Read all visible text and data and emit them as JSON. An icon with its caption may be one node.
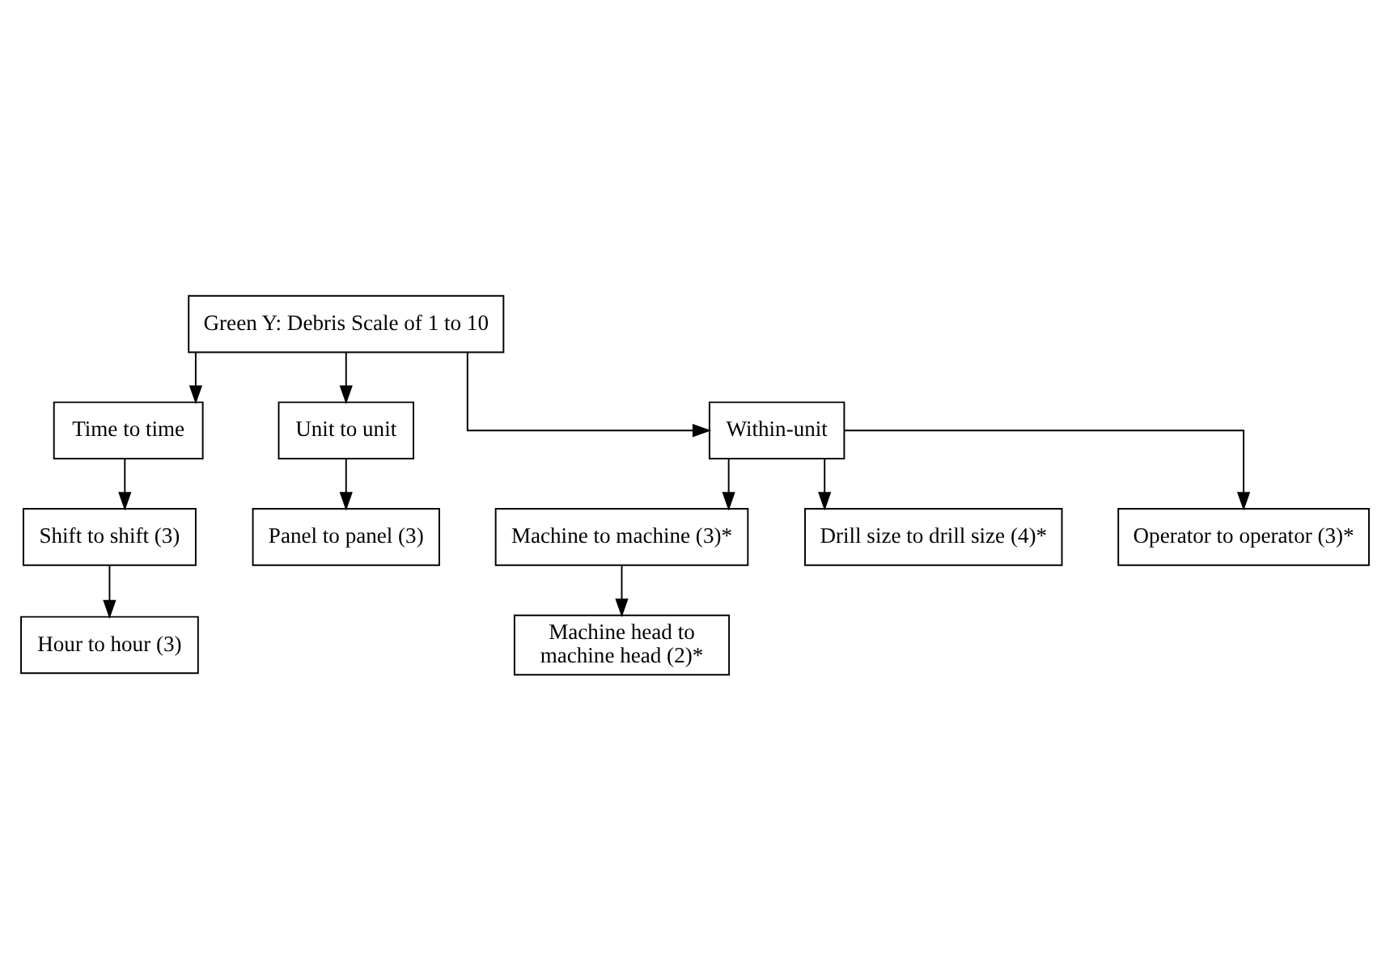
{
  "diagram": {
    "nodes": [
      {
        "text": [
          "Green Y: Debris Scale of 1 to 10"
        ]
      },
      {
        "text": [
          "Time to time"
        ]
      },
      {
        "text": [
          "Unit to unit"
        ]
      },
      {
        "text": [
          "Within-unit"
        ]
      },
      {
        "text": [
          "Shift to shift (3)"
        ]
      },
      {
        "text": [
          "Panel to panel (3)"
        ]
      },
      {
        "text": [
          "Hour to hour (3)"
        ]
      },
      {
        "text": [
          "Machine to machine (3)*"
        ]
      },
      {
        "text": [
          "Drill size to drill size (4)*"
        ]
      },
      {
        "text": [
          "Operator to operator (3)*"
        ]
      },
      {
        "text": [
          "Machine head to machine head (2)*"
        ]
      }
    ],
    "edges": [
      {
        "from": 0,
        "to": 1,
        "arrow": "to"
      },
      {
        "from": 0,
        "to": 2,
        "arrow": "to"
      },
      {
        "from": 0,
        "to": 3,
        "arrow": "to"
      },
      {
        "from": 1,
        "to": 4,
        "arrow": "to"
      },
      {
        "from": 2,
        "to": 5,
        "arrow": "to"
      },
      {
        "from": 4,
        "to": 6,
        "arrow": "to"
      },
      {
        "from": 3,
        "to": 7,
        "arrow": "to"
      },
      {
        "from": 3,
        "to": 8,
        "arrow": "to"
      },
      {
        "from": 3,
        "to": 9,
        "arrow": "to"
      },
      {
        "from": 7,
        "to": 10,
        "arrow": "to"
      }
    ]
  }
}
